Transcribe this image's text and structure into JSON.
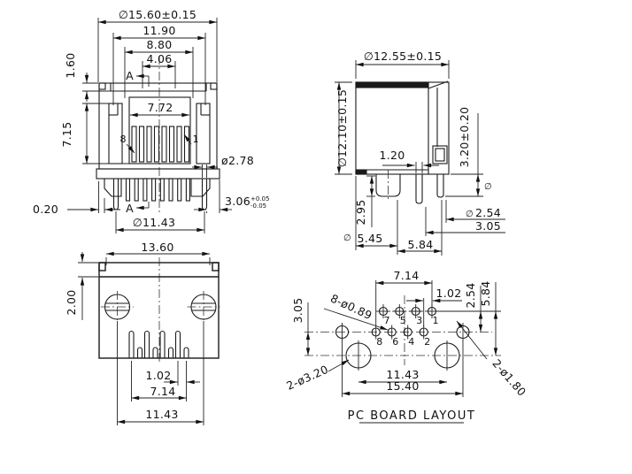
{
  "colors": {
    "line": "#1a1a1a",
    "background": "#ffffff"
  },
  "drawing": {
    "front": {
      "overall_width": "∅15.60±0.15",
      "housing_width": "11.90",
      "opening_width": "8.80",
      "key_width": "4.06",
      "port_width": "7.72",
      "lip_height": "1.60",
      "port_height": "7.15",
      "shield_gap": "0.20",
      "section_top": "A",
      "section_bottom": "A",
      "pin_left": "8",
      "pin_right": "1",
      "peg_dia": "ø2.78",
      "tail_length": "3.06",
      "tail_tol_upper": "+0.05",
      "tail_tol_lower": "-0.05",
      "leg_span": "∅11.43"
    },
    "side": {
      "width": "∅12.55±0.15",
      "height": "∅12.10±0.15",
      "pcb_thickness": "3.20±0.20",
      "pin_width": "1.20",
      "peg_length": "2.95",
      "dim_5_45": "5.45",
      "dim_5_84": "5.84",
      "dim_2_54": "2.54",
      "dim_3_05": "3.05",
      "spc": "∅"
    },
    "bottom": {
      "width": "13.60",
      "lip": "2.00",
      "pin_offset": "1.02",
      "pin_span": "7.14",
      "post_span": "11.43"
    },
    "pcb": {
      "title": "PC BOARD LAYOUT",
      "pin_span": "7.14",
      "pin_offset": "1.02",
      "row_pitch": "2.54",
      "row_to_post": "5.84",
      "hole_offset": "3.05",
      "pin_holes": "8-ø0.89",
      "post_holes": "2-ø3.20",
      "side_holes": "2-ø1.80",
      "post_span": "11.43",
      "overall_span": "15.40",
      "pins_top": [
        "7",
        "5",
        "3",
        "1"
      ],
      "pins_bottom": [
        "8",
        "6",
        "4",
        "2"
      ]
    }
  }
}
